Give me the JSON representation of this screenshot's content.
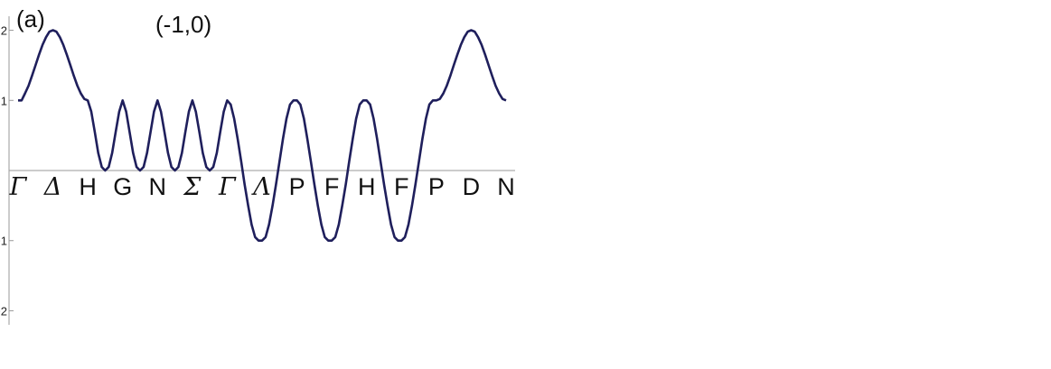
{
  "colors": {
    "band_line": "#1f1f5c",
    "red_marker": "#e0202a",
    "cyan_marker": "#1aa8dc",
    "axis": "#9a9a9a"
  },
  "chart_data": [
    {
      "type": "line",
      "panel_label": "(a)",
      "title": "(-1,0)",
      "x_tick_labels": [
        "Γ",
        "Δ",
        "H",
        "G",
        "N",
        "Σ",
        "Γ",
        "Λ",
        "P",
        "F",
        "H",
        "F",
        "P",
        "D",
        "N"
      ],
      "y_ticks": [
        -2,
        -1,
        1,
        2
      ],
      "y_tick_labels": [
        "−2",
        "−1",
        "1",
        "2"
      ],
      "ylim": [
        -2.2,
        2.2
      ],
      "grid": false,
      "series": [
        {
          "x": [
            0,
            0.1,
            0.2,
            0.3,
            0.4,
            0.5,
            0.6,
            0.7,
            0.8,
            0.9,
            1.0,
            1.1,
            1.2,
            1.3,
            1.4,
            1.5,
            1.6,
            1.7,
            1.8,
            1.9,
            2.0,
            2.1,
            2.2,
            2.3,
            2.4,
            2.5,
            2.6,
            2.7,
            2.8,
            2.9,
            3.0,
            3.1,
            3.2,
            3.3,
            3.4,
            3.5,
            3.6,
            3.7,
            3.8,
            3.9,
            4.0,
            4.1,
            4.2,
            4.3,
            4.4,
            4.5,
            4.6,
            4.7,
            4.8,
            4.9,
            5.0,
            5.1,
            5.2,
            5.3,
            5.4,
            5.5,
            5.6,
            5.7,
            5.8,
            5.9,
            6.0,
            6.1,
            6.2,
            6.3,
            6.4,
            6.5,
            6.6,
            6.7,
            6.8,
            6.9,
            7.0,
            7.1,
            7.2,
            7.3,
            7.4,
            7.5,
            7.6,
            7.7,
            7.8,
            7.9,
            8.0,
            8.1,
            8.2,
            8.3,
            8.4,
            8.5,
            8.6,
            8.7,
            8.8,
            8.9,
            9.0,
            9.1,
            9.2,
            9.3,
            9.4,
            9.5,
            9.6,
            9.7,
            9.8,
            9.9,
            10.0,
            10.1,
            10.2,
            10.3,
            10.4,
            10.5,
            10.6,
            10.7,
            10.8,
            10.9,
            11.0,
            11.1,
            11.2,
            11.3,
            11.4,
            11.5,
            11.6,
            11.7,
            11.8,
            11.9,
            12.0,
            12.1,
            12.2,
            12.3,
            12.4,
            12.5,
            12.6,
            12.7,
            12.8,
            12.9,
            13.0,
            13.1,
            13.2,
            13.3,
            13.4,
            13.5,
            13.6,
            13.7,
            13.8,
            13.9,
            14.0
          ],
          "y": [
            1.0,
            1.0,
            1.1,
            1.21,
            1.35,
            1.5,
            1.65,
            1.79,
            1.9,
            1.98,
            2.0,
            1.98,
            1.9,
            1.79,
            1.65,
            1.5,
            1.35,
            1.21,
            1.1,
            1.02,
            1.0,
            0.84,
            0.55,
            0.25,
            0.05,
            0.0,
            0.05,
            0.25,
            0.55,
            0.84,
            1.0,
            0.84,
            0.55,
            0.25,
            0.05,
            0.0,
            0.05,
            0.25,
            0.55,
            0.84,
            1.0,
            0.84,
            0.55,
            0.25,
            0.05,
            0.0,
            0.05,
            0.25,
            0.55,
            0.84,
            1.0,
            0.84,
            0.55,
            0.25,
            0.05,
            0.0,
            0.05,
            0.25,
            0.55,
            0.84,
            1.0,
            0.94,
            0.74,
            0.45,
            0.13,
            -0.2,
            -0.5,
            -0.77,
            -0.95,
            -1.0,
            -1.0,
            -0.95,
            -0.77,
            -0.5,
            -0.2,
            0.13,
            0.45,
            0.74,
            0.94,
            1.0,
            1.0,
            0.94,
            0.74,
            0.45,
            0.13,
            -0.2,
            -0.5,
            -0.77,
            -0.95,
            -1.0,
            -1.0,
            -0.95,
            -0.77,
            -0.5,
            -0.2,
            0.13,
            0.45,
            0.74,
            0.94,
            1.0,
            1.0,
            0.94,
            0.74,
            0.45,
            0.13,
            -0.2,
            -0.5,
            -0.77,
            -0.95,
            -1.0,
            -1.0,
            -0.95,
            -0.77,
            -0.5,
            -0.2,
            0.13,
            0.45,
            0.74,
            0.94,
            1.0,
            1.0,
            1.02,
            1.1,
            1.21,
            1.35,
            1.5,
            1.65,
            1.79,
            1.9,
            1.98,
            2.0,
            1.98,
            1.9,
            1.79,
            1.65,
            1.5,
            1.35,
            1.21,
            1.1,
            1.02,
            1.0
          ]
        }
      ]
    }
  ]
}
